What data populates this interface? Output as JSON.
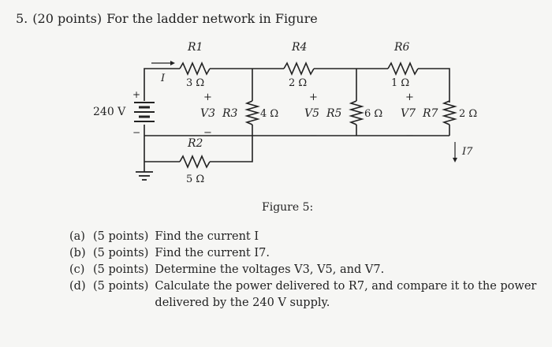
{
  "problem": {
    "number": "5.",
    "points": "(20 points)",
    "statement": "For the ladder network in Figure"
  },
  "circuit": {
    "source": "240 V",
    "source_plus": "+",
    "source_minus": "−",
    "current_label": "I",
    "R1": {
      "name": "R1",
      "value": "3 Ω"
    },
    "R2": {
      "name": "R2",
      "value": "5 Ω"
    },
    "R3": {
      "name": "R3",
      "value": "4 Ω",
      "voltage": "V3"
    },
    "R4": {
      "name": "R4",
      "value": "2 Ω"
    },
    "R5": {
      "name": "R5",
      "value": "6 Ω",
      "voltage": "V5"
    },
    "R6": {
      "name": "R6",
      "value": "1 Ω"
    },
    "R7": {
      "name": "R7",
      "value": "2 Ω",
      "voltage": "V7"
    },
    "I7": "I7",
    "plus": "+",
    "minus": "−"
  },
  "figure_caption": "Figure 5:",
  "parts": [
    {
      "label": "(a)",
      "points": "(5 points)",
      "text": "Find the current I"
    },
    {
      "label": "(b)",
      "points": "(5 points)",
      "text": "Find the current I7."
    },
    {
      "label": "(c)",
      "points": "(5 points)",
      "text": "Determine the voltages V3, V5, and V7."
    },
    {
      "label": "(d)",
      "points": "(5 points)",
      "text": "Calculate the power delivered to R7, and compare it to the power delivered by the 240 V supply."
    }
  ]
}
